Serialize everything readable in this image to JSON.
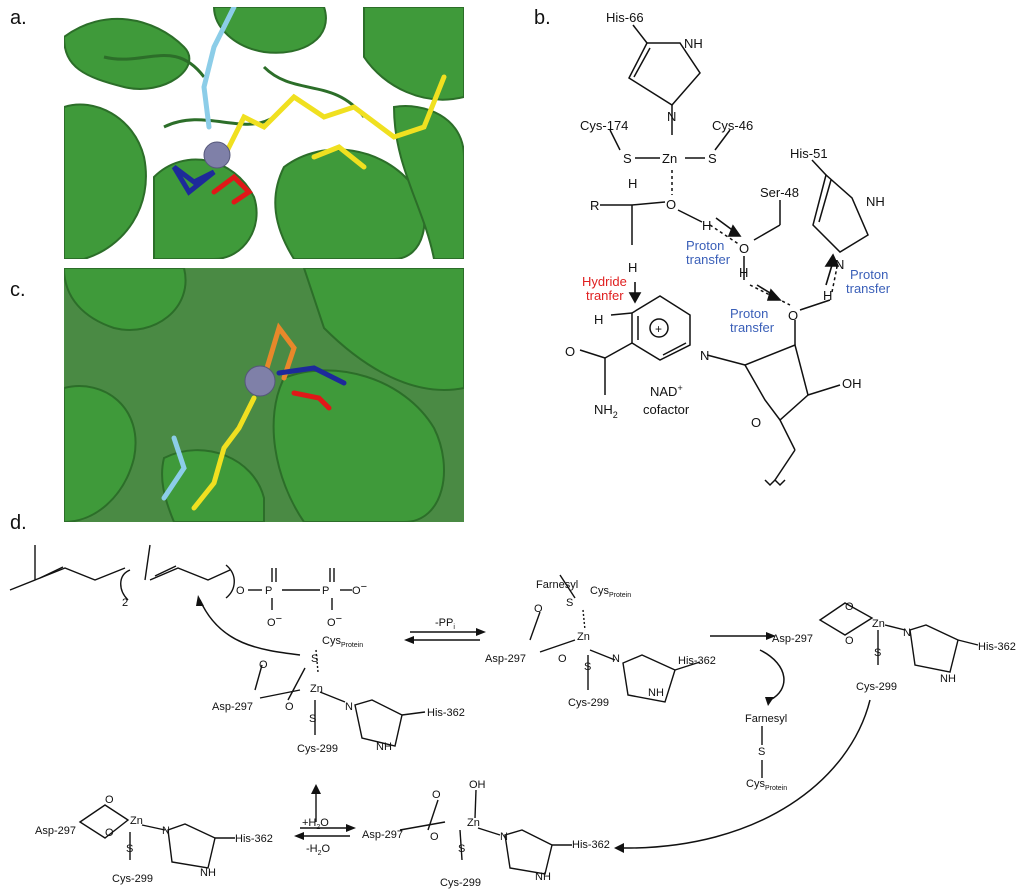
{
  "panels": {
    "a": "a.",
    "b": "b.",
    "c": "c.",
    "d": "d."
  },
  "colors": {
    "helix": "#3f9a3a",
    "helix_dark": "#2c6e29",
    "zinc": "#7f80a8",
    "ligand_yellow": "#f0e020",
    "ligand_cyan": "#8ccde8",
    "ligand_red": "#e01818",
    "ligand_blue": "#1d2a9a",
    "ligand_orange": "#e8882a",
    "hydride_red": "#e02020",
    "proton_blue": "#3a5fb8"
  },
  "panel_b": {
    "his66": "His-66",
    "nh_top": "NH",
    "n_top": "N",
    "cys174": "Cys-174",
    "cys46": "Cys-46",
    "s_left": "S",
    "s_right": "S",
    "zn": "Zn",
    "his51": "His-51",
    "nh_his51": "NH",
    "n_his51": "N",
    "ser48": "Ser-48",
    "r": "R",
    "h1": "H",
    "h2": "H",
    "o_sub": "O",
    "h_o": "H",
    "o_ser": "O",
    "h_ser": "H",
    "h_ribose": "H",
    "o_ribose": "O",
    "hydride_label_1": "Hydride",
    "hydride_label_2": "tranfer",
    "proton1_a": "Proton",
    "proton1_b": "transfer",
    "proton2_a": "Proton",
    "proton2_b": "transfer",
    "proton3_a": "Proton",
    "proton3_b": "transfer",
    "h_nad": "H",
    "plus": "+",
    "n_nad": "N",
    "o_amide": "O",
    "nh2": "NH",
    "nh2_sub": "2",
    "nad_label": "NAD",
    "nad_sup": "+",
    "cofactor": "cofactor",
    "oh": "OH",
    "o_ring": "O"
  },
  "panel_d": {
    "two": "2",
    "o_ppi": "O",
    "p1": "P",
    "p2": "P",
    "o_neg": "O",
    "minus": "−",
    "cys_protein": "Cys",
    "protein_sub": "Protein",
    "s": "S",
    "zn": "Zn",
    "o": "O",
    "n": "N",
    "nh": "NH",
    "asp297": "Asp-297",
    "cys299": "Cys-299",
    "his362": "His-362",
    "minus_ppi": "-PP",
    "ppi_sub": "i",
    "farnesyl": "Farnesyl",
    "oh": "OH",
    "plus_h2o": "+H",
    "minus_h2o": "-H",
    "h2o_sub": "2",
    "h2o_o": "O"
  }
}
